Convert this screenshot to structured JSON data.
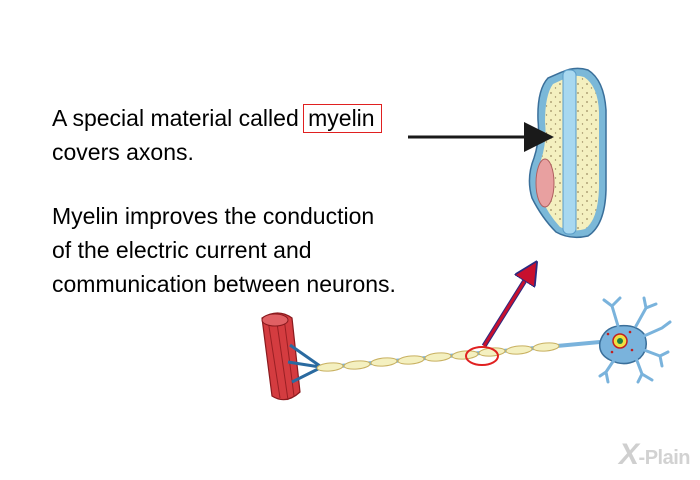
{
  "text": {
    "line1_before": "A special material called ",
    "line1_highlight": "myelin",
    "line2": "covers axons.",
    "para2_line1": "Myelin improves the conduction",
    "para2_line2": "of the electric current and",
    "para2_line3": "communication between neurons."
  },
  "brand": {
    "mark": "X",
    "name": "-Plain"
  },
  "colors": {
    "highlight_box": "#e02020",
    "arrow_dark": "#1a1a1a",
    "arrow_red": "#c8102e",
    "arrow_outline": "#2a2a80",
    "myelin_fill": "#f4f0c0",
    "axon_blue": "#8ccbe6",
    "neuron_blue": "#7ab3dc",
    "muscle_red": "#d43c40"
  },
  "icons": {
    "cross_section": "myelin-cross-section-illustration",
    "neuron": "neuron-illustration",
    "muscle": "muscle-fiber-illustration"
  }
}
